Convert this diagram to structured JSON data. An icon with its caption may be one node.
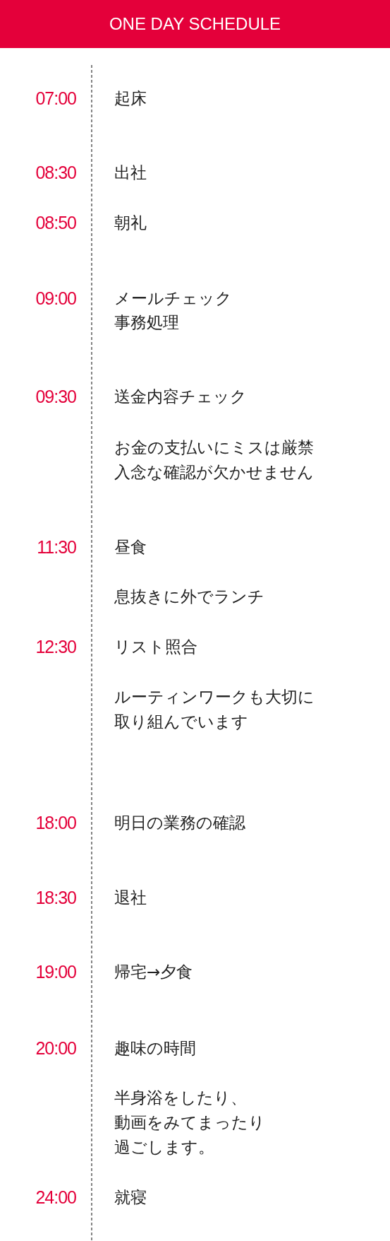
{
  "diagram": {
    "title": "ONE DAY SCHEDULE",
    "labels": [
      "07:00",
      "起床",
      "08:30",
      "出社",
      "08:50",
      "朝礼",
      "09:00",
      "メールチェック",
      "事務処理",
      "09:30",
      "送金内容チェック",
      "お金の支払いにミスは厳禁入念な確認が欠かせません",
      "11:30",
      "昼食",
      "息抜きに外でランチ",
      "12:30",
      "リスト照合",
      "ルーティンワークも大切に取り組んでいます",
      "18:00",
      "明日の業務の確認",
      "18:30",
      "退社",
      "19:00",
      "帰宅→夕食",
      "20:00",
      "趣味の時間",
      "半身浴をしたり、動画をみてまったり過ごします。",
      "24:00",
      "就寝"
    ]
  }
}
